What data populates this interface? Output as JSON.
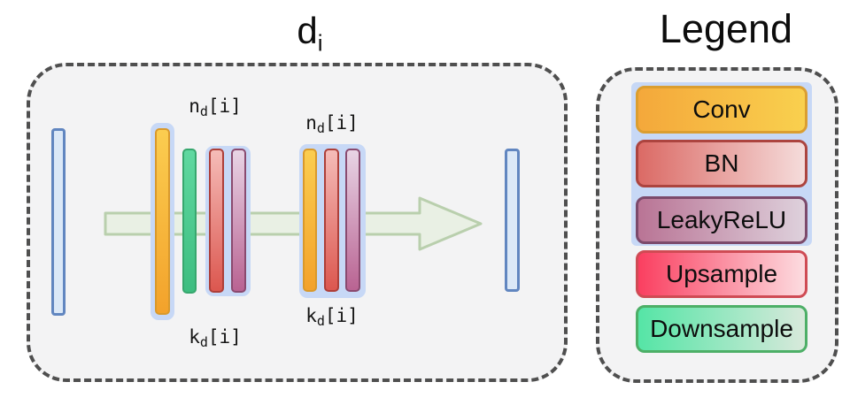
{
  "figure_title": {
    "base": "d",
    "sub": "i"
  },
  "legend": {
    "title": "Legend",
    "items": [
      {
        "label": "Conv",
        "fill_left": "#f4a83b",
        "fill_right": "#f9d04e",
        "border": "#db9e30"
      },
      {
        "label": "BN",
        "fill_left": "#db6a65",
        "fill_right": "#f5dcdb",
        "border": "#ac443f"
      },
      {
        "label": "LeakyReLU",
        "fill_left": "#b97495",
        "fill_right": "#ded1dc",
        "border": "#7c4a6b"
      },
      {
        "label": "Upsample",
        "fill_left": "#fa3f60",
        "fill_right": "#fcdce0",
        "border": "#cf4b54"
      },
      {
        "label": "Downsample",
        "fill_left": "#55e5a6",
        "fill_right": "#d8e9db",
        "border": "#4daf67"
      }
    ],
    "group_highlight_color": "#c7d8f6"
  },
  "diagram": {
    "labels": {
      "group1_top": {
        "base": "n",
        "sub": "d",
        "suffix": "[i]"
      },
      "group1_bottom": {
        "base": "k",
        "sub": "d",
        "suffix": "[i]"
      },
      "group2_top": {
        "base": "n",
        "sub": "d",
        "suffix": "[i]"
      },
      "group2_bottom": {
        "base": "k",
        "sub": "d",
        "suffix": "[i]"
      }
    },
    "bar_sequence": [
      "input-tensor",
      "conv",
      "downsample",
      "bn",
      "leakyrelu",
      "conv",
      "bn",
      "leakyrelu",
      "output-tensor"
    ],
    "arrow": {
      "direction": "right",
      "fill": "#e9f0e4",
      "stroke": "#b9cfad"
    },
    "box_fill": "#f3f3f4",
    "dash_color": "#4f4f4f",
    "io_bar_fill": "#dbe8f7",
    "io_bar_border": "#6186c0"
  }
}
